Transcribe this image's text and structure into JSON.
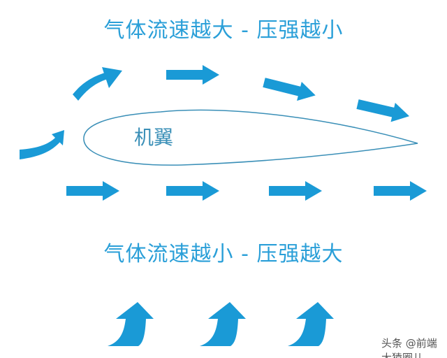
{
  "title_top": "气体流速越大 - 压强越小",
  "title_bottom": "气体流速越小 - 压强越大",
  "wing_label": "机翼",
  "watermark": "头条 @前端大猿圈儿",
  "colors": {
    "arrow": "#1a9ad6",
    "text": "#2a9fd8",
    "wing_outline": "#3a8fb7"
  }
}
